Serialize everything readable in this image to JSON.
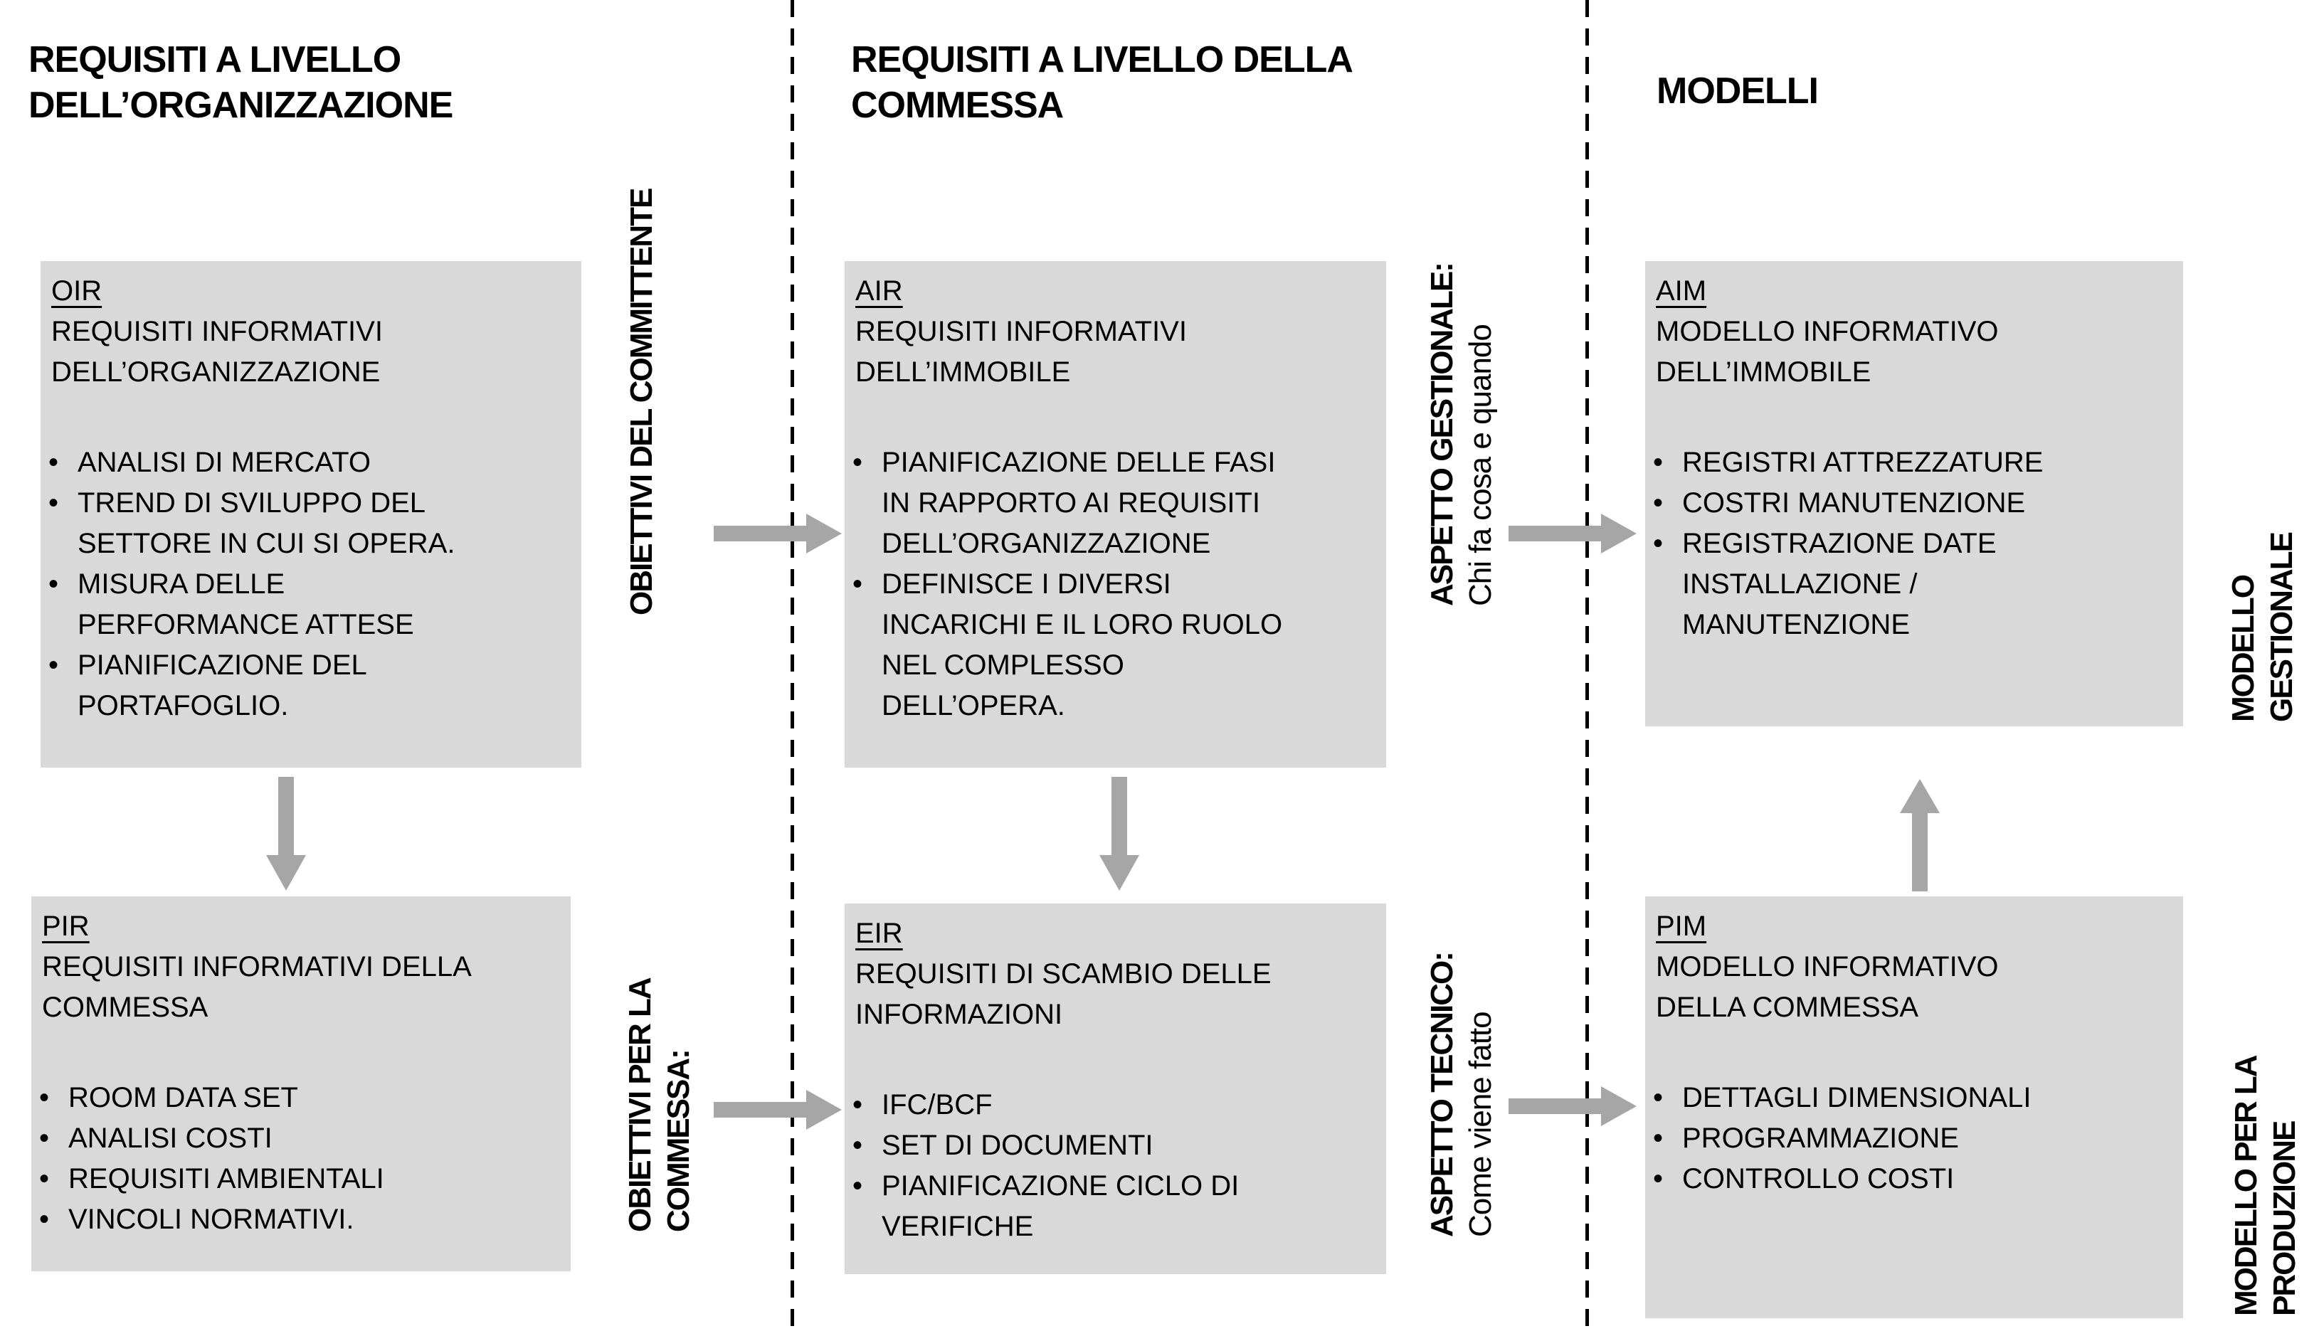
{
  "colors": {
    "box_fill": "#d9d9d9",
    "arrow": "#a6a6a6",
    "dashed_line": "#000000",
    "text": "#000000"
  },
  "headers": {
    "left": "REQUISITI A LIVELLO\nDELL’ORGANIZZAZIONE",
    "center": "REQUISITI A LIVELLO DELLA\nCOMMESSA",
    "right": "MODELLI"
  },
  "boxes": {
    "oir": {
      "acronym": "OIR",
      "subtitle": "REQUISITI INFORMATIVI\nDELL’ORGANIZZAZIONE",
      "bullets": [
        "ANALISI DI MERCATO",
        "TREND DI SVILUPPO DEL\nSETTORE IN CUI SI OPERA.",
        "MISURA DELLE\nPERFORMANCE ATTESE",
        "PIANIFICAZIONE DEL\nPORTAFOGLIO."
      ]
    },
    "pir": {
      "acronym": "PIR",
      "subtitle": "REQUISITI INFORMATIVI DELLA\nCOMMESSA",
      "bullets": [
        "ROOM DATA SET",
        "ANALISI COSTI",
        "REQUISITI AMBIENTALI",
        "VINCOLI NORMATIVI."
      ]
    },
    "air": {
      "acronym": "AIR",
      "subtitle": "REQUISITI INFORMATIVI\nDELL’IMMOBILE",
      "bullets": [
        "PIANIFICAZIONE DELLE FASI\nIN RAPPORTO AI REQUISITI\nDELL’ORGANIZZAZIONE",
        "DEFINISCE I DIVERSI\nINCARICHI E IL LORO RUOLO\nNEL COMPLESSO\nDELL’OPERA."
      ]
    },
    "eir": {
      "acronym": "EIR",
      "subtitle": "REQUISITI DI SCAMBIO DELLE\nINFORMAZIONI",
      "bullets": [
        "IFC/BCF",
        "SET DI DOCUMENTI",
        "PIANIFICAZIONE CICLO DI\nVERIFICHE"
      ]
    },
    "aim": {
      "acronym": "AIM",
      "subtitle": "MODELLO INFORMATIVO\nDELL’IMMOBILE",
      "bullets": [
        "REGISTRI ATTREZZATURE",
        "COSTRI MANUTENZIONE",
        "REGISTRAZIONE DATE\nINSTALLAZIONE /\nMANUTENZIONE"
      ]
    },
    "pim": {
      "acronym": "PIM",
      "subtitle": "MODELLO INFORMATIVO\nDELLA COMMESSA",
      "bullets": [
        "DETTAGLI DIMENSIONALI",
        "PROGRAMMAZIONE",
        "CONTROLLO COSTI"
      ]
    }
  },
  "labels": {
    "committente": {
      "line1": "OBIETTIVI DEL COMMITTENTE",
      "line2": ""
    },
    "commessa": {
      "line1": "OBIETTIVI PER LA",
      "line2": "COMMESSA:"
    },
    "gestionale": {
      "line1": "ASPETTO GESTIONALE:",
      "line2": "Chi fa cosa e quando"
    },
    "tecnico": {
      "line1": "ASPETTO TECNICO:",
      "line2": "Come viene fatto"
    },
    "modello_gestionale": {
      "line1": "MODELLO",
      "line2": "GESTIONALE"
    },
    "modello_produzione": {
      "line1": "MODELLO PER LA",
      "line2": "PRODUZIONE"
    }
  }
}
